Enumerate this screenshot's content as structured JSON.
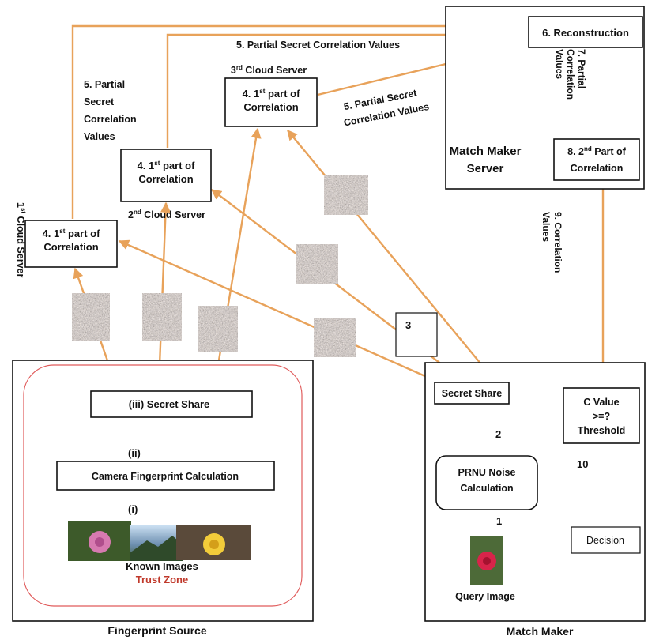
{
  "diagram": {
    "colors": {
      "arrow": "#e8a25a",
      "trust_zone_border": "#e05a5a",
      "trust_zone_label": "#c0392b",
      "box_border": "#111111",
      "noise_base": "#9a8a80"
    },
    "fingerprint_source": {
      "label": "Fingerprint Source",
      "trust_zone": "Trust Zone",
      "known_images": "Known Images",
      "step_i": "(i)",
      "step_ii": "(ii)",
      "camera_fingerprint": "Camera Fingerprint Calculation",
      "secret_share": "(iii)  Secret Share"
    },
    "cloud_servers": {
      "cs1": {
        "label_main": "1",
        "label_sup": "st",
        "label_rest": " Cloud Server",
        "box_l1_a": "4. 1",
        "box_l1_sup": "st",
        "box_l1_b": " part of",
        "box_l2": "Correlation"
      },
      "cs2": {
        "label_main": "2",
        "label_sup": "nd",
        "label_rest": " Cloud Server",
        "box_l1_a": "4.  1",
        "box_l1_sup": "st",
        "box_l1_b": " part of",
        "box_l2": "Correlation"
      },
      "cs3": {
        "label_main": "3",
        "label_sup": "rd",
        "label_rest": " Cloud Server",
        "box_l1_a": "4. 1",
        "box_l1_sup": "st",
        "box_l1_b": " part of",
        "box_l2": "Correlation"
      }
    },
    "partial_values": {
      "left": [
        "5. Partial",
        "Secret",
        "Correlation",
        "Values"
      ],
      "top": "5. Partial Secret Correlation Values",
      "diag": [
        "5. Partial Secret",
        "Correlation Values"
      ]
    },
    "match_maker_server": {
      "label_l1": "Match Maker",
      "label_l2": "Server",
      "reconstruction": "6. Reconstruction",
      "partial_l1": "7. Partial",
      "partial_l2": "Correlation",
      "partial_l3": "Values",
      "second_part_a": "8. 2",
      "second_part_sup": "nd",
      "second_part_b": " Part of",
      "second_part_l2": "Correlation"
    },
    "correlation_values": {
      "l1": "9. Correlation",
      "l2": "Values"
    },
    "match_maker": {
      "label": "Match Maker",
      "secret_share": "Secret Share",
      "prnu_l1": "PRNU Noise",
      "prnu_l2": "Calculation",
      "query_image": "Query Image",
      "c_value_l1": "C Value",
      "c_value_l2": ">=?",
      "c_value_l3": "Threshold",
      "decision": "Decision",
      "step_1": "1",
      "step_2": "2",
      "step_3": "3",
      "step_10": "10"
    }
  }
}
